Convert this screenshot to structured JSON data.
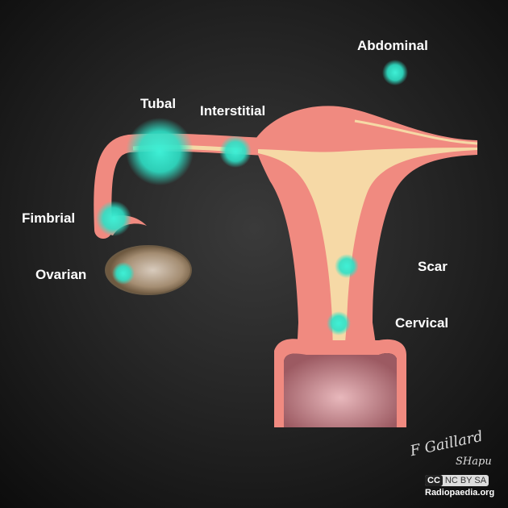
{
  "labels": {
    "abdominal": "Abdominal",
    "tubal": "Tubal",
    "interstitial": "Interstitial",
    "fimbrial": "Fimbrial",
    "ovarian": "Ovarian",
    "scar": "Scar",
    "cervical": "Cervical"
  },
  "credits": {
    "author1": "F Gaillard",
    "author2": "SHapu",
    "license_cc": "CC",
    "license": "NC BY SA",
    "site": "Radiopaedia.org"
  },
  "colors": {
    "uterus": "#f08a80",
    "cavity": "#f6d9a6",
    "ectopic": "#2fe0c8",
    "ovary": "#8a7358"
  }
}
